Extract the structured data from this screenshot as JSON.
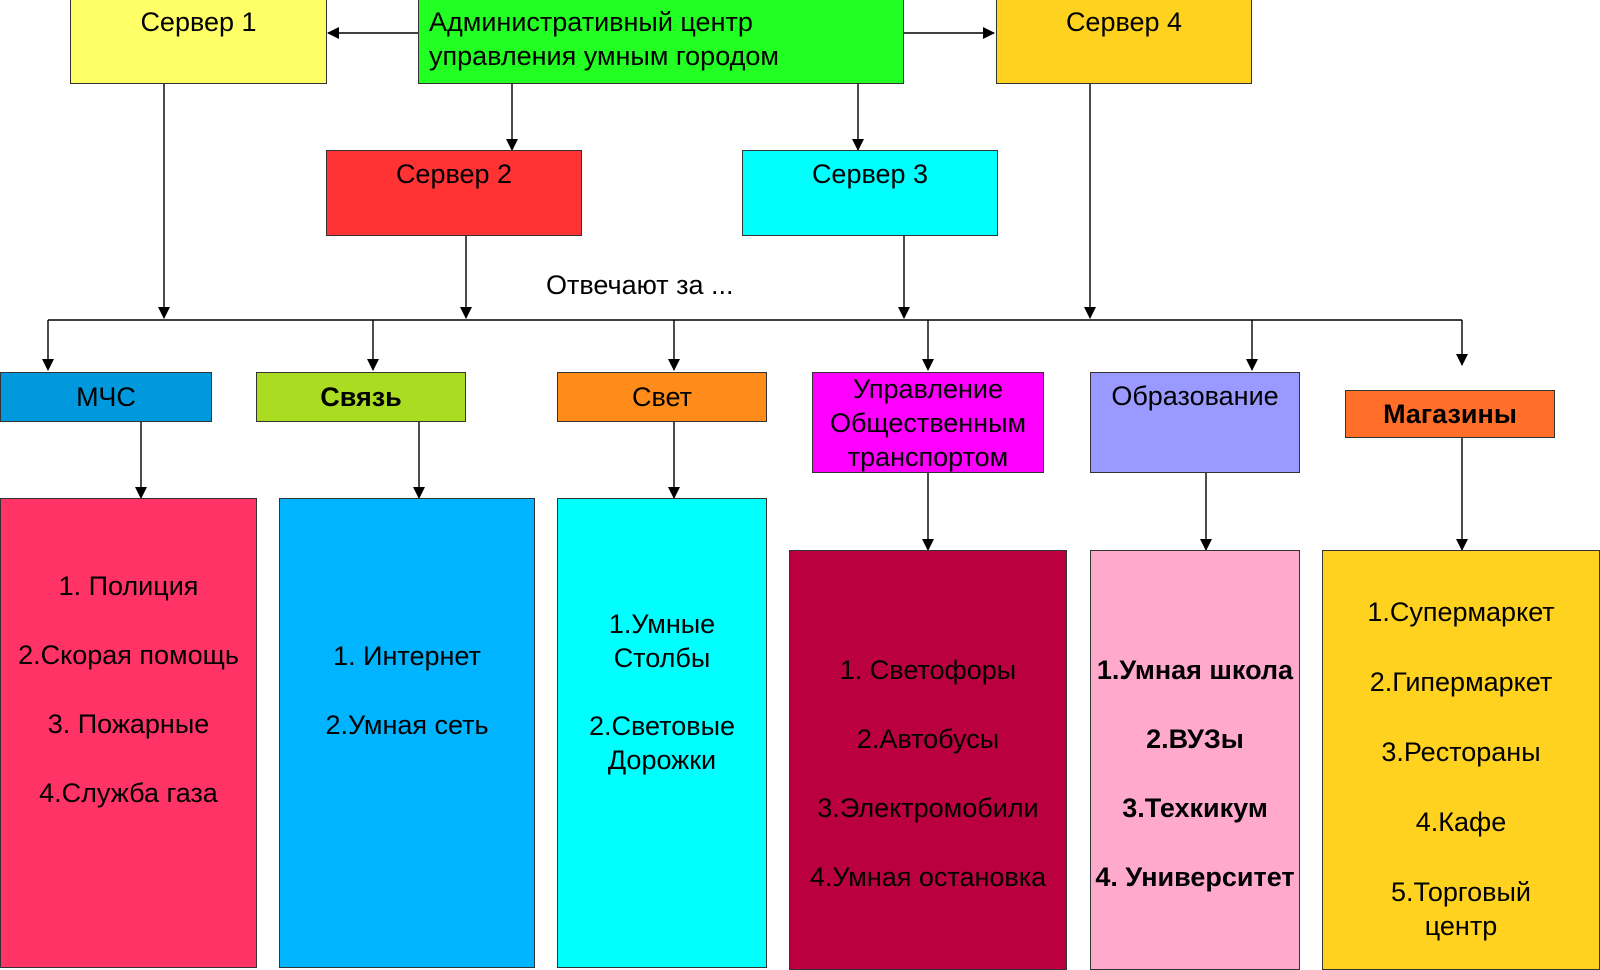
{
  "diagram": {
    "admin_center": {
      "lines": [
        "Административный центр",
        "управления умным городом"
      ],
      "color": "#22ff22"
    },
    "servers": [
      {
        "label": "Сервер 1",
        "color": "#ffff66"
      },
      {
        "label": "Сервер 2",
        "color": "#ff3333"
      },
      {
        "label": "Сервер 3",
        "color": "#00ffff"
      },
      {
        "label": "Сервер 4",
        "color": "#ffd21f"
      }
    ],
    "responsible_label": "Отвечают за ...",
    "departments": [
      {
        "title": [
          "МЧС"
        ],
        "color": "#0099dd",
        "bold": false,
        "list_color": "#ff3366",
        "items": [
          "1. Полиция",
          "2.Скорая помощь",
          "3. Пожарные",
          "4.Служба газа"
        ]
      },
      {
        "title": [
          "Связь"
        ],
        "color": "#aadd22",
        "bold": true,
        "list_color": "#00b4ff",
        "items": [
          "1. Интернет",
          "2.Умная  сеть"
        ]
      },
      {
        "title": [
          "Свет"
        ],
        "color": "#ff8c1a",
        "bold": false,
        "list_color": "#00ffff",
        "items": [
          [
            "1.Умные",
            "Столбы"
          ],
          [
            "2.Световые",
            "Дорожки"
          ]
        ]
      },
      {
        "title": [
          "Управление",
          "Общественным",
          "транспортом"
        ],
        "color": "#ff00ff",
        "bold": false,
        "list_color": "#bb003f",
        "items": [
          "1. Светофоры",
          "2.Автобусы",
          "3.Электромобили",
          "4.Умная остановка"
        ]
      },
      {
        "title": [
          "Образование"
        ],
        "color": "#9999ff",
        "bold": false,
        "list_color": "#ffaacc",
        "items": [
          "1.Умная школа",
          "2.ВУЗы",
          "3.Техкикум",
          "4. Университет"
        ]
      },
      {
        "title": [
          "Магазины"
        ],
        "color": "#ff6f2a",
        "bold": true,
        "list_color": "#ffd21f",
        "items": [
          "1.Супермаркет",
          "2.Гипермаркет",
          "3.Рестораны",
          "4.Кафе",
          [
            "5.Торговый",
            "центр"
          ]
        ]
      }
    ],
    "line_color": "#000000"
  }
}
